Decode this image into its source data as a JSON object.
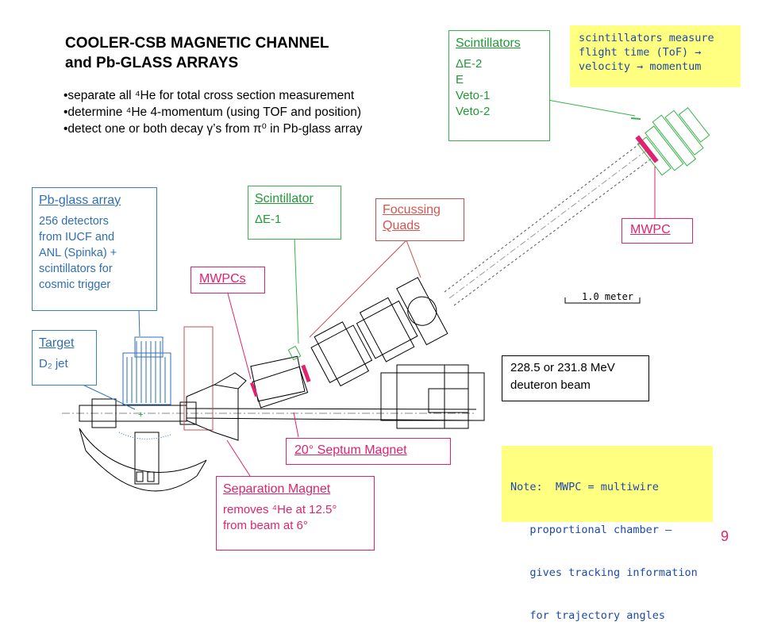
{
  "title_line1": "COOLER-CSB MAGNETIC CHANNEL",
  "title_line2": "and Pb-GLASS ARRAYS",
  "bullets": [
    "•separate all ⁴He for total cross section measurement",
    "•determine ⁴He 4-momentum (using TOF and position)",
    "•detect one or both decay γ’s from π⁰ in Pb-glass array"
  ],
  "scintillators_box": {
    "head": "Scintillators",
    "lines": [
      "ΔE-2",
      "E",
      "Veto-1",
      "Veto-2"
    ]
  },
  "tof_note": [
    "scintillators measure",
    "flight time (ToF) → ",
    "velocity → momentum"
  ],
  "pbglass_box": {
    "head": "Pb-glass array",
    "lines": [
      "256 detectors",
      "from IUCF and",
      "ANL (Spinka) +",
      "scintillators for",
      "cosmic trigger"
    ]
  },
  "scintillator_box": {
    "head": "Scintillator",
    "lines": [
      "ΔE-1"
    ]
  },
  "focussing_box": {
    "line1": "Focussing",
    "line2": "Quads"
  },
  "mwpc_right": "MWPC",
  "mwpcs_left": "MWPCs",
  "scale_label": "1.0 meter",
  "target_box": {
    "head": "Target",
    "line": "D₂ jet"
  },
  "beam_box": [
    "228.5 or 231.8 MeV",
    "deuteron beam"
  ],
  "septum_label": "20° Septum Magnet",
  "separation_box": {
    "head": "Separation Magnet",
    "lines": [
      "removes ⁴He at 12.5°",
      "from beam at 6°"
    ]
  },
  "mwpc_note": [
    "Note:  MWPC = multiwire",
    "   proportional chamber –",
    "   gives tracking information",
    "   for trajectory angles"
  ],
  "page_number": "9",
  "colors": {
    "blue": "#2f6fb6",
    "green": "#1f9a36",
    "pink": "#e0226f",
    "red": "#d9534f",
    "note_bg": "#ffff80"
  }
}
